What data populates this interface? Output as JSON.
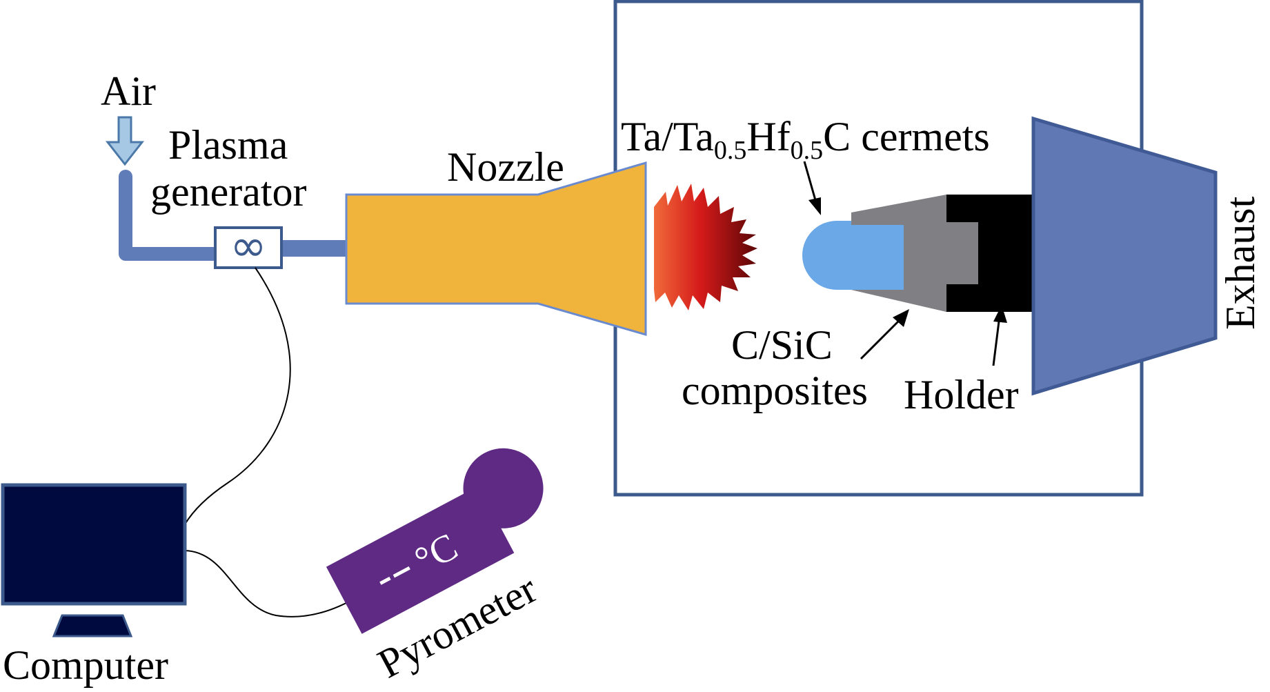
{
  "labels": {
    "air": "Air",
    "plasma_line1": "Plasma",
    "plasma_line2": "generator",
    "nozzle": "Nozzle",
    "cermet_ta": "Ta/Ta",
    "cermet_sub1": "0.5",
    "cermet_hf": "Hf",
    "cermet_sub2": "0.5",
    "cermet_rest": "C cermets",
    "csic_line1": "C/SiC",
    "csic_line2": "composites",
    "holder": "Holder",
    "exhaust": "Exhaust",
    "computer": "Computer",
    "pyrometer": "Pyrometer",
    "pyrometer_display": "°C",
    "plasma_symbol": "∞"
  },
  "colors": {
    "chamber_border": "#3c5a8c",
    "pipe": "#5f7bb8",
    "nozzle_fill": "#f0b43c",
    "nozzle_border": "#6a8ad0",
    "cermet": "#6aa8e8",
    "csic": "#7f7f84",
    "holder": "#000000",
    "exhaust_fill": "#6079b4",
    "exhaust_border": "#3f5a94",
    "computer_screen": "#000a3e",
    "computer_border": "#3c5a8c",
    "pyrometer": "#5e2a84",
    "arrow_fill": "#a6c8e4",
    "arrow_border": "#4a78a8",
    "flame_light": "#f06a3a",
    "flame_mid": "#d51a1a",
    "flame_dark": "#5a0606"
  },
  "icons": {
    "air_arrow": "down-arrow-icon",
    "plasma": "infinity-icon",
    "pyrometer": "thermometer-icon",
    "computer": "monitor-icon"
  }
}
